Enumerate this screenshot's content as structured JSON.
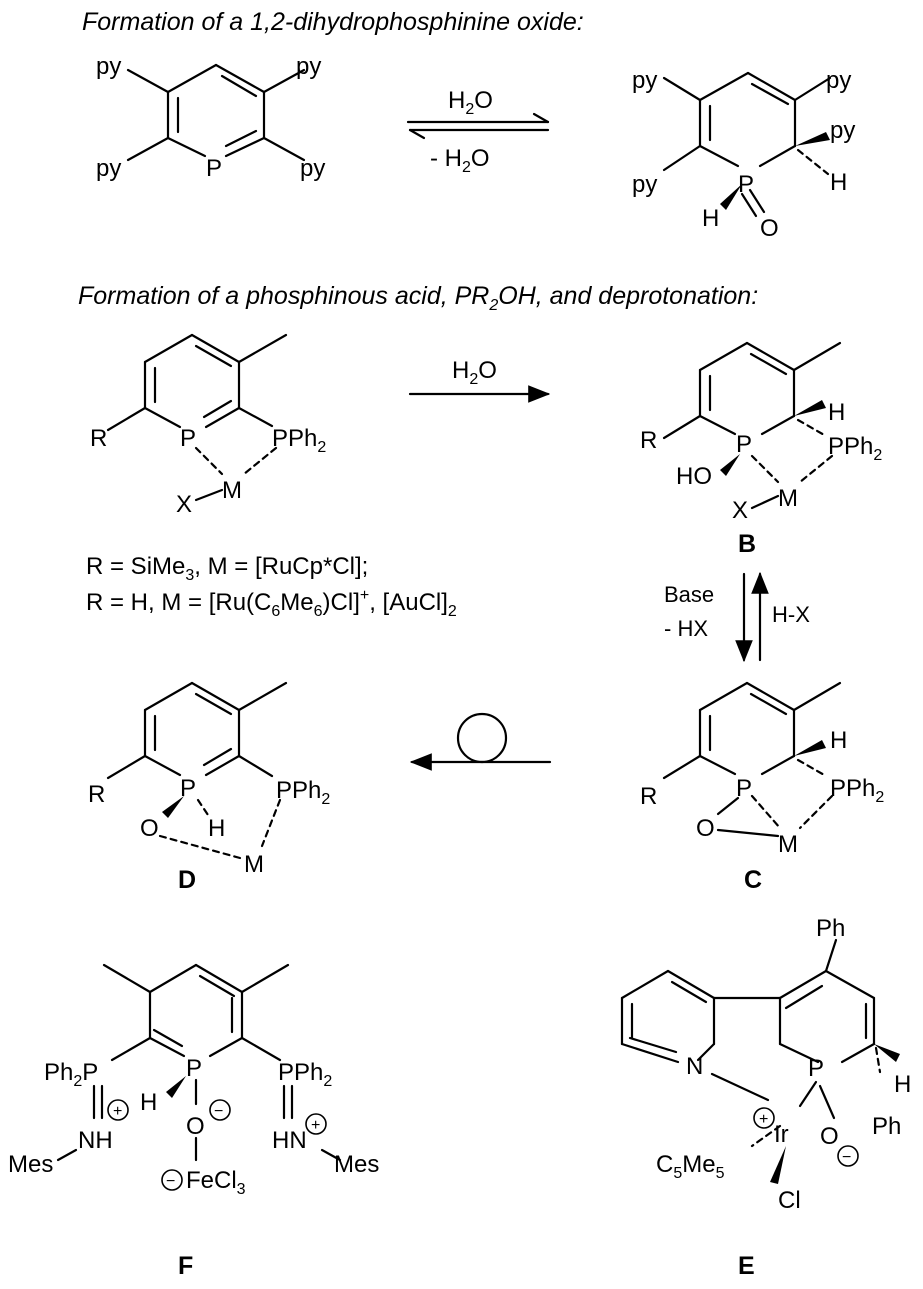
{
  "captions": {
    "top": "Formation of a 1,2-dihydrophosphinine oxide:",
    "middle_pre": "Formation of a phosphinous acid, PR",
    "middle_sub": "2",
    "middle_post": "OH, and deprotonation:"
  },
  "conditions": {
    "h2o": "H",
    "h2o_sub": "2",
    "h2o_o": "O",
    "minus_h2o": "- H",
    "base": "Base",
    "minus_hx": "- HX",
    "hx": "H-X"
  },
  "atoms": {
    "py": "py",
    "P": "P",
    "H": "H",
    "O": "O",
    "R": "R",
    "X": "X",
    "M": "M",
    "HO": "HO",
    "PPh": "PPh",
    "two": "2",
    "Ph": "Ph",
    "Ph2P": "Ph",
    "NH": "NH",
    "HN": "HN",
    "Mes": "Mes",
    "Fe": "FeCl",
    "three": "3",
    "N": "N",
    "Ir": "Ir",
    "Cl": "Cl",
    "C5Me5": "C",
    "five": "5",
    "Me": "Me",
    "plus": "+",
    "minus": "−"
  },
  "legend": {
    "line1_a": "R = SiMe",
    "line1_sub": "3",
    "line1_b": ", M =  [RuCp*Cl];",
    "line2_a": "R = H, M = [Ru(C",
    "line2_sub1": "6",
    "line2_mid": "Me",
    "line2_sub2": "6",
    "line2_b": ")Cl]",
    "line2_sup": "+",
    "line2_c": ", [AuCl]",
    "line2_sub3": "2"
  },
  "labels": {
    "B": "B",
    "C": "C",
    "D": "D",
    "E": "E",
    "F": "F"
  }
}
